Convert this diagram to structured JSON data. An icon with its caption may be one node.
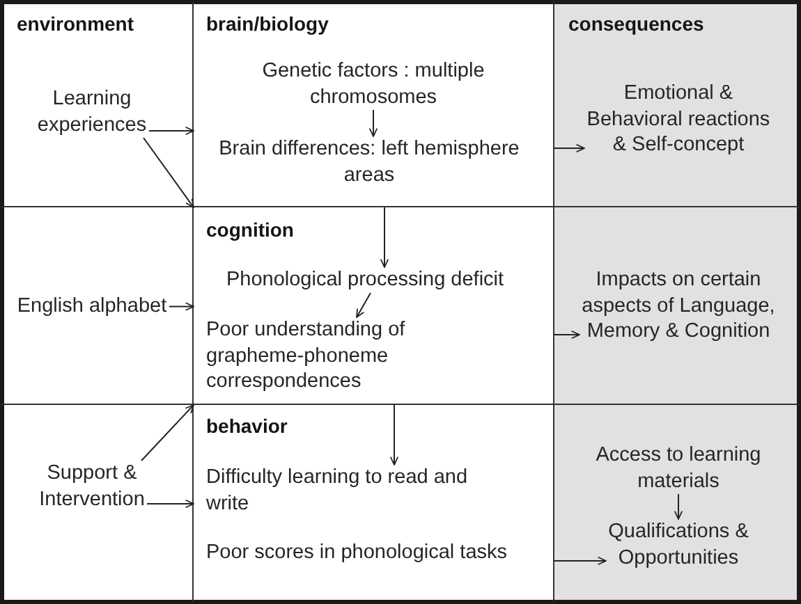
{
  "diagram": {
    "nodes": [
      {
        "text": [
          "environment"
        ]
      },
      {
        "text": [
          "Learning experiences"
        ],
        "in": 0
      },
      {
        "text": [
          "brain/biology"
        ]
      },
      {
        "text": [
          "Genetic factors : multiple chromosomes"
        ],
        "in": 2
      },
      {
        "text": [
          "Brain differences: left hemisphere areas"
        ],
        "in": 2
      },
      {
        "text": [
          "consequences"
        ]
      },
      {
        "text": [
          "Emotional & Behavioral reactions & Self-concept"
        ],
        "in": 5
      },
      {
        "text": [],
        "shape": "box"
      },
      {
        "text": [
          "English alphabet"
        ],
        "in": 7
      },
      {
        "text": [
          "cognition"
        ]
      },
      {
        "text": [
          "Phonological processing deficit"
        ],
        "in": 9
      },
      {
        "text": [
          "Poor understanding of grapheme-phoneme correspondences"
        ],
        "in": 9
      },
      {
        "text": [],
        "shape": "box"
      },
      {
        "text": [
          "Impacts on certain aspects of Language, Memory & Cognition"
        ],
        "in": 12
      },
      {
        "text": [],
        "shape": "box"
      },
      {
        "text": [
          "Support & Intervention"
        ],
        "in": 14
      },
      {
        "text": [
          "behavior"
        ]
      },
      {
        "text": [
          "Difficulty learning to read and write"
        ],
        "in": 16
      },
      {
        "text": [
          "Poor scores in phonological tasks"
        ],
        "in": 16
      },
      {
        "text": [],
        "shape": "box"
      },
      {
        "text": [
          "Access to learning materials"
        ],
        "in": 19
      },
      {
        "text": [
          "Qualifications & Opportunities"
        ],
        "in": 19
      }
    ],
    "edges": [
      {
        "from": 1,
        "to": 2,
        "arrow": "to"
      },
      {
        "from": 1,
        "to": 9,
        "arrow": "to"
      },
      {
        "from": 3,
        "to": 4,
        "arrow": "to"
      },
      {
        "from": 2,
        "to": 6,
        "arrow": "to"
      },
      {
        "from": 2,
        "to": 10,
        "arrow": "to"
      },
      {
        "from": 8,
        "to": 9,
        "arrow": "to"
      },
      {
        "from": 10,
        "to": 11,
        "arrow": "to"
      },
      {
        "from": 9,
        "to": 13,
        "arrow": "to"
      },
      {
        "from": 15,
        "to": 9,
        "arrow": "to"
      },
      {
        "from": 15,
        "to": 16,
        "arrow": "to"
      },
      {
        "from": 9,
        "to": 17,
        "arrow": "to"
      },
      {
        "from": 20,
        "to": 21,
        "arrow": "to"
      },
      {
        "from": 16,
        "to": 21,
        "arrow": "to"
      }
    ]
  }
}
